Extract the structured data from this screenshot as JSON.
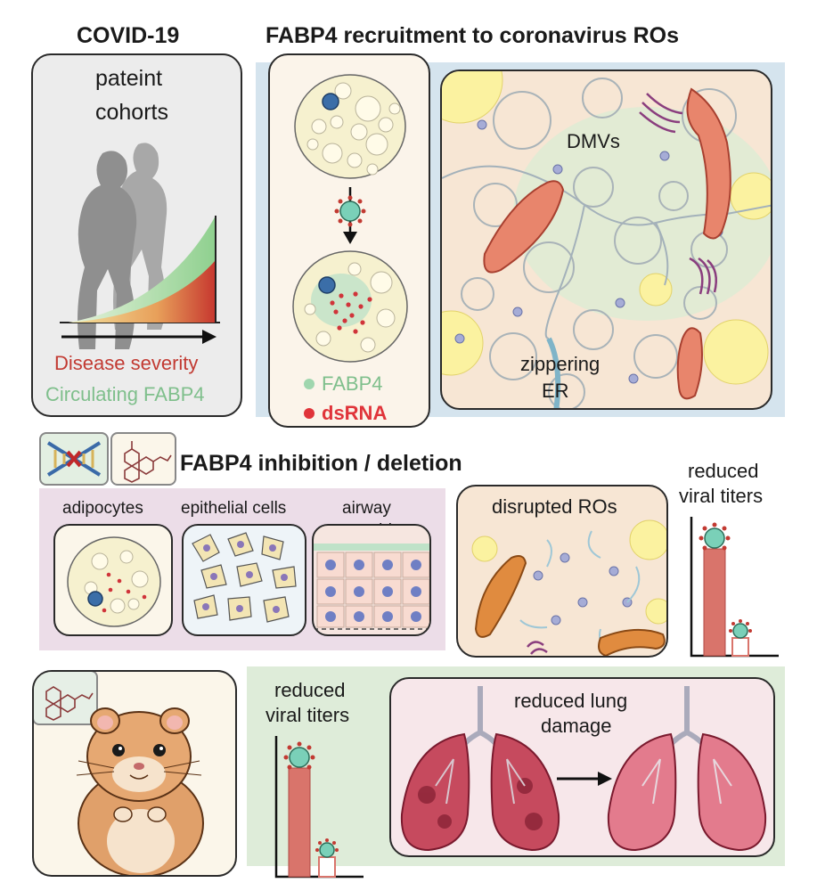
{
  "covid": {
    "title": "COVID-19",
    "cohort_line1": "pateint",
    "cohort_line2": "cohorts",
    "severity_label": "Disease severity",
    "fabp4_label": "Circulating FABP4"
  },
  "recruitment": {
    "title": "FABP4 recruitment to coronavirus ROs",
    "legend_fabp4": "FABP4",
    "legend_dsrna": "dsRNA",
    "dmvs_label": "DMVs",
    "er_line1": "zippering",
    "er_line2": "ER"
  },
  "inhibition": {
    "title": "FABP4 inhibition / deletion",
    "cell_types": [
      "adipocytes",
      "epithelial cells",
      "airway",
      "organoids"
    ],
    "disrupted_label": "disrupted ROs",
    "titer_line1": "reduced",
    "titer_line2": "viral titers"
  },
  "hamster": {
    "titer_line1": "reduced",
    "titer_line2": "viral titers",
    "lung_line1": "reduced lung",
    "lung_line2": "damage"
  },
  "colors": {
    "severity_red": "#c23a32",
    "fabp4_green": "#7fbf8c",
    "dsrna_red": "#e0343a",
    "panel_blue": "#d5e4ee",
    "panel_purple": "#ecdde8",
    "panel_green": "#deecd9"
  }
}
